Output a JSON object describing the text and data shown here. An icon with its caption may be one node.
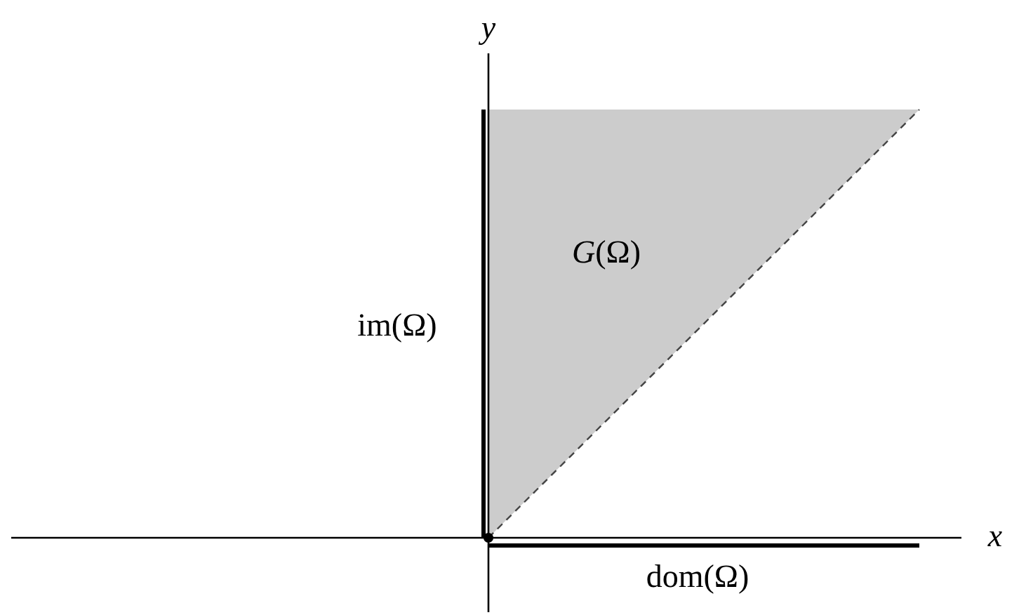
{
  "diagram": {
    "labels": [
      "y",
      "*G*(Ω)",
      "im(Ω)",
      "x",
      "dom(Ω)"
    ]
  }
}
